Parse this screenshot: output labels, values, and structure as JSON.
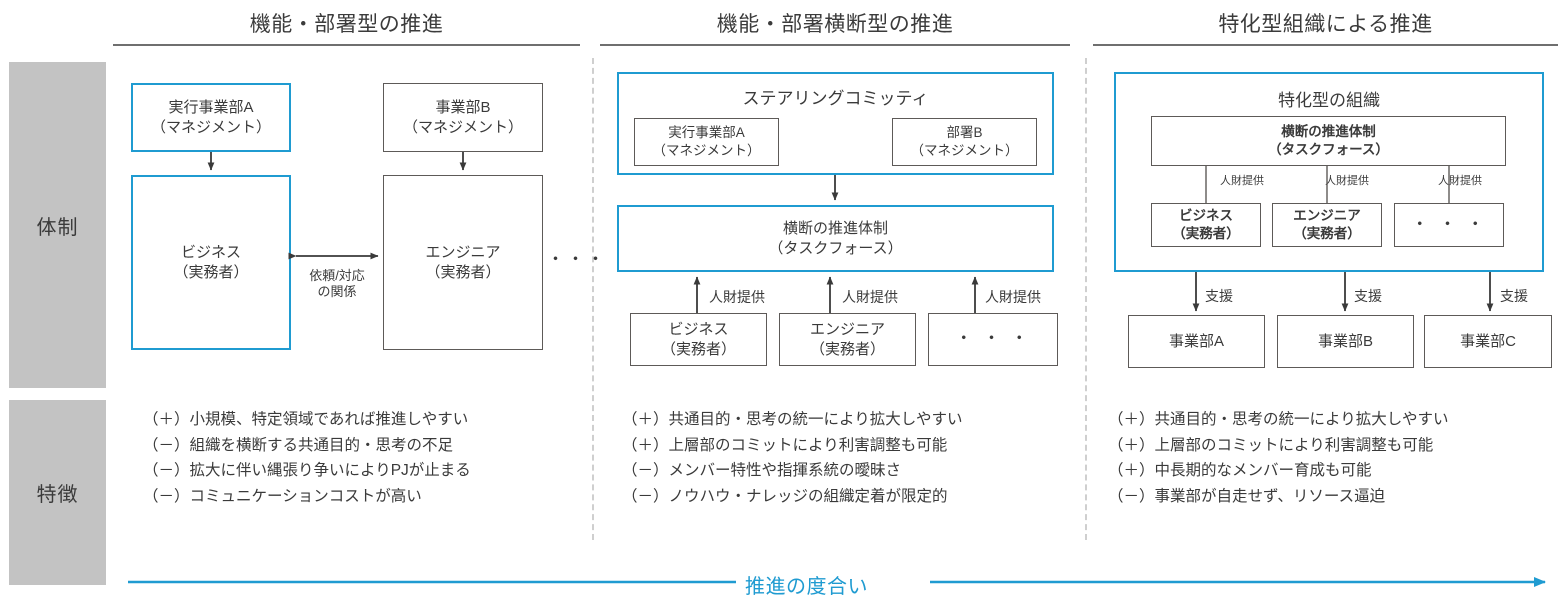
{
  "accent_blue": "#1f9bd1",
  "panel_gray": "#c3c3c3",
  "line_gray": "#5d5a58",
  "row_labels": {
    "structure": "体制",
    "features": "特徴"
  },
  "columns": [
    {
      "title": "機能・部署型の推進",
      "boxes": {
        "mgmt_a_line1": "実行事業部A",
        "mgmt_a_line2": "（マネジメント）",
        "mgmt_b_line1": "事業部B",
        "mgmt_b_line2": "（マネジメント）",
        "business_line1": "ビジネス",
        "business_line2": "（実務者）",
        "engineer_line1": "エンジニア",
        "engineer_line2": "（実務者）",
        "ellipsis": "・・・"
      },
      "edge_labels": {
        "relation_line1": "依頼/対応",
        "relation_line2": "の関係"
      },
      "bullets": [
        {
          "sign": "（＋）",
          "text": "小規模、特定領域であれば推進しやすい"
        },
        {
          "sign": "（－）",
          "text": "組織を横断する共通目的・思考の不足"
        },
        {
          "sign": "（－）",
          "text": "拡大に伴い縄張り争いによりPJが止まる"
        },
        {
          "sign": "（－）",
          "text": "コミュニケーションコストが高い"
        }
      ]
    },
    {
      "title": "機能・部署横断型の推進",
      "boxes": {
        "group_label": "ステアリングコミッティ",
        "mgmt_a_line1": "実行事業部A",
        "mgmt_a_line2": "（マネジメント）",
        "mgmt_b_line1": "部署B",
        "mgmt_b_line2": "（マネジメント）",
        "taskforce_line1": "横断の推進体制",
        "taskforce_line2": "（タスクフォース）",
        "business_line1": "ビジネス",
        "business_line2": "（実務者）",
        "engineer_line1": "エンジニア",
        "engineer_line2": "（実務者）",
        "ellipsis": "・ ・ ・"
      },
      "edge_labels": {
        "supply_1": "人財提供",
        "supply_2": "人財提供",
        "supply_3": "人財提供"
      },
      "bullets": [
        {
          "sign": "（＋）",
          "text": "共通目的・思考の統一により拡大しやすい"
        },
        {
          "sign": "（＋）",
          "text": "上層部のコミットにより利害調整も可能"
        },
        {
          "sign": "（－）",
          "text": "メンバー特性や指揮系統の曖昧さ"
        },
        {
          "sign": "（－）",
          "text": "ノウハウ・ナレッジの組織定着が限定的"
        }
      ]
    },
    {
      "title": "特化型組織による推進",
      "boxes": {
        "group_label": "特化型の組織",
        "taskforce_line1": "横断の推進体制",
        "taskforce_line2": "（タスクフォース）",
        "business_line1": "ビジネス",
        "business_line2": "（実務者）",
        "engineer_line1": "エンジニア",
        "engineer_line2": "（実務者）",
        "ellipsis": "・ ・ ・",
        "div_a": "事業部A",
        "div_b": "事業部B",
        "div_c": "事業部C"
      },
      "edge_labels": {
        "supply_1": "人財提供",
        "supply_2": "人財提供",
        "supply_3": "人財提供",
        "support_1": "支援",
        "support_2": "支援",
        "support_3": "支援"
      },
      "bullets": [
        {
          "sign": "（＋）",
          "text": "共通目的・思考の統一により拡大しやすい"
        },
        {
          "sign": "（＋）",
          "text": "上層部のコミットにより利害調整も可能"
        },
        {
          "sign": "（＋）",
          "text": "中長期的なメンバー育成も可能"
        },
        {
          "sign": "（－）",
          "text": "事業部が自走せず、リソース逼迫"
        }
      ]
    }
  ],
  "bottom_axis": {
    "label": "推進の度合い",
    "direction": "right"
  }
}
